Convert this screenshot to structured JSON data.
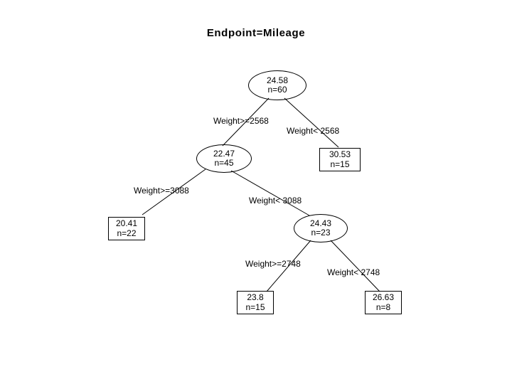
{
  "title": "Endpoint=Mileage",
  "chart_data": {
    "type": "diagram",
    "title": "Endpoint=Mileage",
    "split_variable": "Weight",
    "nodes": [
      {
        "id": "root",
        "shape": "ellipse",
        "value": "24.58",
        "count": "n=60"
      },
      {
        "id": "n1",
        "shape": "ellipse",
        "value": "22.47",
        "count": "n=45"
      },
      {
        "id": "n2",
        "shape": "box",
        "value": "30.53",
        "count": "n=15"
      },
      {
        "id": "n3",
        "shape": "box",
        "value": "20.41",
        "count": "n=22"
      },
      {
        "id": "n4",
        "shape": "ellipse",
        "value": "24.43",
        "count": "n=23"
      },
      {
        "id": "n5",
        "shape": "box",
        "value": "23.8",
        "count": "n=15"
      },
      {
        "id": "n6",
        "shape": "box",
        "value": "26.63",
        "count": "n=8"
      }
    ],
    "edges": [
      {
        "from": "root",
        "to": "n1",
        "label": "Weight>=2568"
      },
      {
        "from": "root",
        "to": "n2",
        "label": "Weight< 2568"
      },
      {
        "from": "n1",
        "to": "n3",
        "label": "Weight>=3088"
      },
      {
        "from": "n1",
        "to": "n4",
        "label": "Weight< 3088"
      },
      {
        "from": "n4",
        "to": "n5",
        "label": "Weight>=2748"
      },
      {
        "from": "n4",
        "to": "n6",
        "label": "Weight< 2748"
      }
    ]
  },
  "tree": {
    "root": {
      "value": "24.58",
      "count": "n=60"
    },
    "n1": {
      "value": "22.47",
      "count": "n=45"
    },
    "n2": {
      "value": "30.53",
      "count": "n=15"
    },
    "n3": {
      "value": "20.41",
      "count": "n=22"
    },
    "n4": {
      "value": "24.43",
      "count": "n=23"
    },
    "n5": {
      "value": "23.8",
      "count": "n=15"
    },
    "n6": {
      "value": "26.63",
      "count": "n=8"
    }
  },
  "labels": {
    "root_left": "Weight>=2568",
    "root_right": "Weight< 2568",
    "n1_left": "Weight>=3088",
    "n1_right": "Weight< 3088",
    "n4_left": "Weight>=2748",
    "n4_right": "Weight< 2748"
  }
}
